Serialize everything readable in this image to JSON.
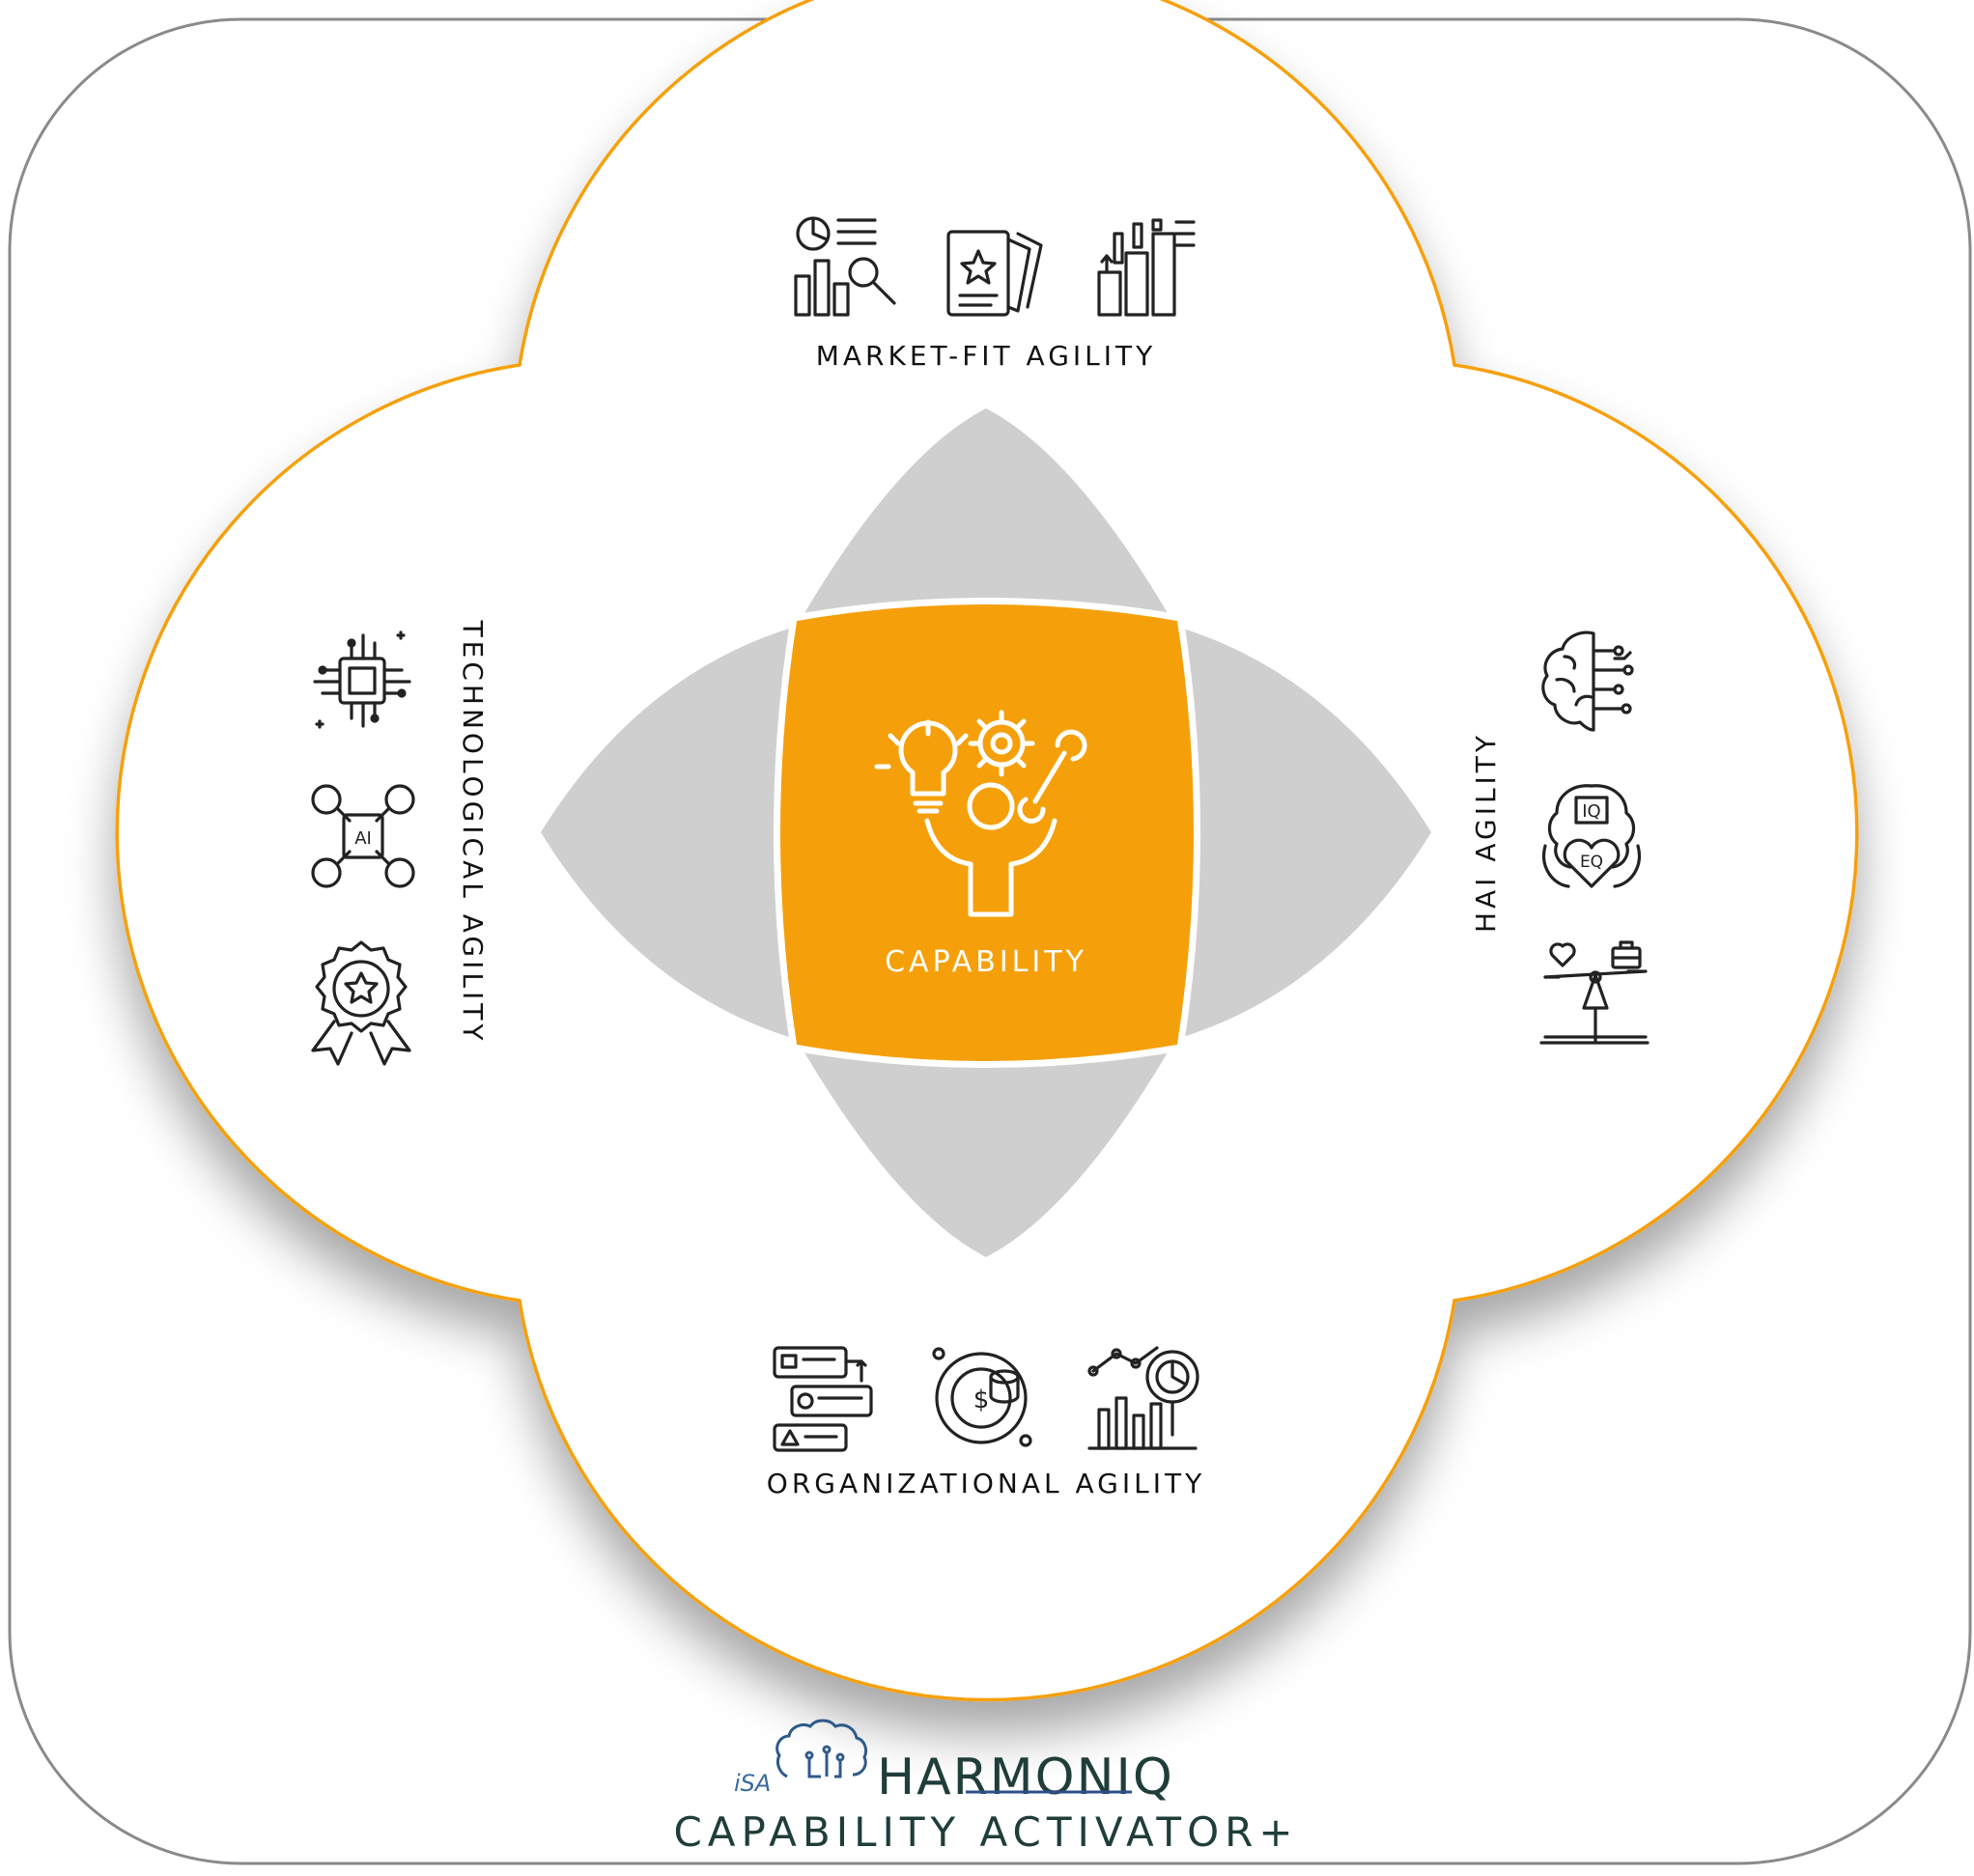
{
  "center": {
    "label": "CAPABILITY"
  },
  "petals": {
    "top": {
      "label": "MARKET-FIT AGILITY",
      "icons": [
        "pie-chart-report-icon",
        "rated-documents-icon",
        "growth-bars-icon"
      ]
    },
    "left": {
      "label": "TECHNOLOGICAL AGILITY",
      "icons": [
        "circuit-chip-icon",
        "ai-drone-icon",
        "quality-badge-icon"
      ]
    },
    "right": {
      "label": "HAI AGILITY",
      "icons": [
        "brain-circuit-icon",
        "iq-eq-heart-icon",
        "work-life-balance-icon"
      ]
    },
    "bottom": {
      "label": "ORGANIZATIONAL AGILITY",
      "icons": [
        "connected-cards-icon",
        "finance-cycle-icon",
        "analytics-magnifier-icon"
      ]
    }
  },
  "footer": {
    "brand_prefix": "iSA",
    "brand_name": "HARMONIQ",
    "tagline": "CAPABILITY ACTIVATOR+"
  },
  "colors": {
    "accent_orange": "#F5A00A",
    "petal_gray": "#D0CFD0",
    "dark_teal": "#1F3D3A",
    "frame_gray": "#8A8A8A"
  }
}
